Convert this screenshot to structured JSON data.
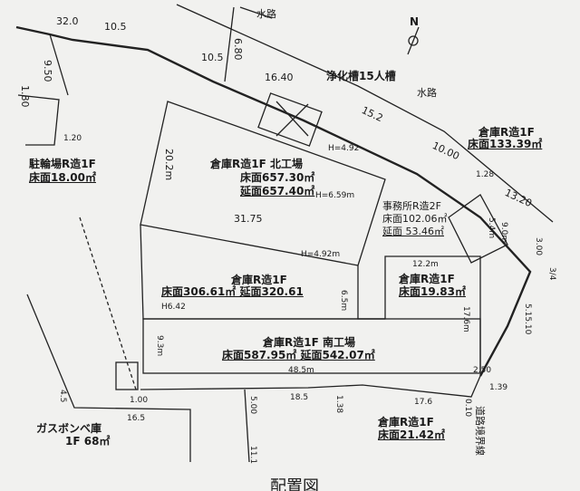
{
  "title": "配置図",
  "north_label": "N",
  "labels": {
    "waterway_1": "水路",
    "waterway_2": "水路",
    "septic_tank": "浄化槽15人槽",
    "north_factory": {
      "name": "倉庫R造1F 北工場",
      "floor": "床面657.30㎡",
      "total": "延面657.40㎡"
    },
    "warehouse_ne": {
      "name": "倉庫R造1F",
      "floor": "床面133.39㎡"
    },
    "bike_parking": {
      "name": "駐輪場R造1F",
      "floor": "床面18.00㎡"
    },
    "office": {
      "name": "事務所R造2F",
      "floor": "床面102.06㎡",
      "total": "延面  53.46㎡"
    },
    "warehouse_mid": {
      "name": "倉庫R造1F",
      "floor": "床面306.61㎡ 延面320.61",
      "height": "H6.42"
    },
    "warehouse_right": {
      "name": "倉庫R造1F",
      "floor": "床面19.83㎡"
    },
    "south_factory": {
      "name": "倉庫R造1F 南工場",
      "floor": "床面587.95㎡ 延面542.07㎡"
    },
    "gas_storage": {
      "name": "ガスボンベ庫",
      "floor": "1F 68㎡"
    },
    "warehouse_se": {
      "name": "倉庫R造1F",
      "floor": "床面21.42㎡"
    },
    "road": "道路境界線"
  },
  "dimensions": [
    "32.0",
    "10.5",
    "9.50",
    "1.80",
    "1.20",
    "10.5",
    "6.80",
    "16.40",
    "15.2",
    "10.00",
    "1.28",
    "13.20",
    "H=4.92",
    "H=6.59m",
    "20.2m",
    "31.75",
    "H=4.92m",
    "5.4m",
    "9.0m",
    "3.00",
    "12.2m",
    "6.5m",
    "17.6m",
    "9.3m",
    "48.5m",
    "2.50",
    "1.39",
    "18.5",
    "1.38",
    "17.6",
    "0.10",
    "5.00",
    "16.5",
    "1.00",
    "4.5",
    "11.1",
    "3/4",
    "5.15.10"
  ]
}
